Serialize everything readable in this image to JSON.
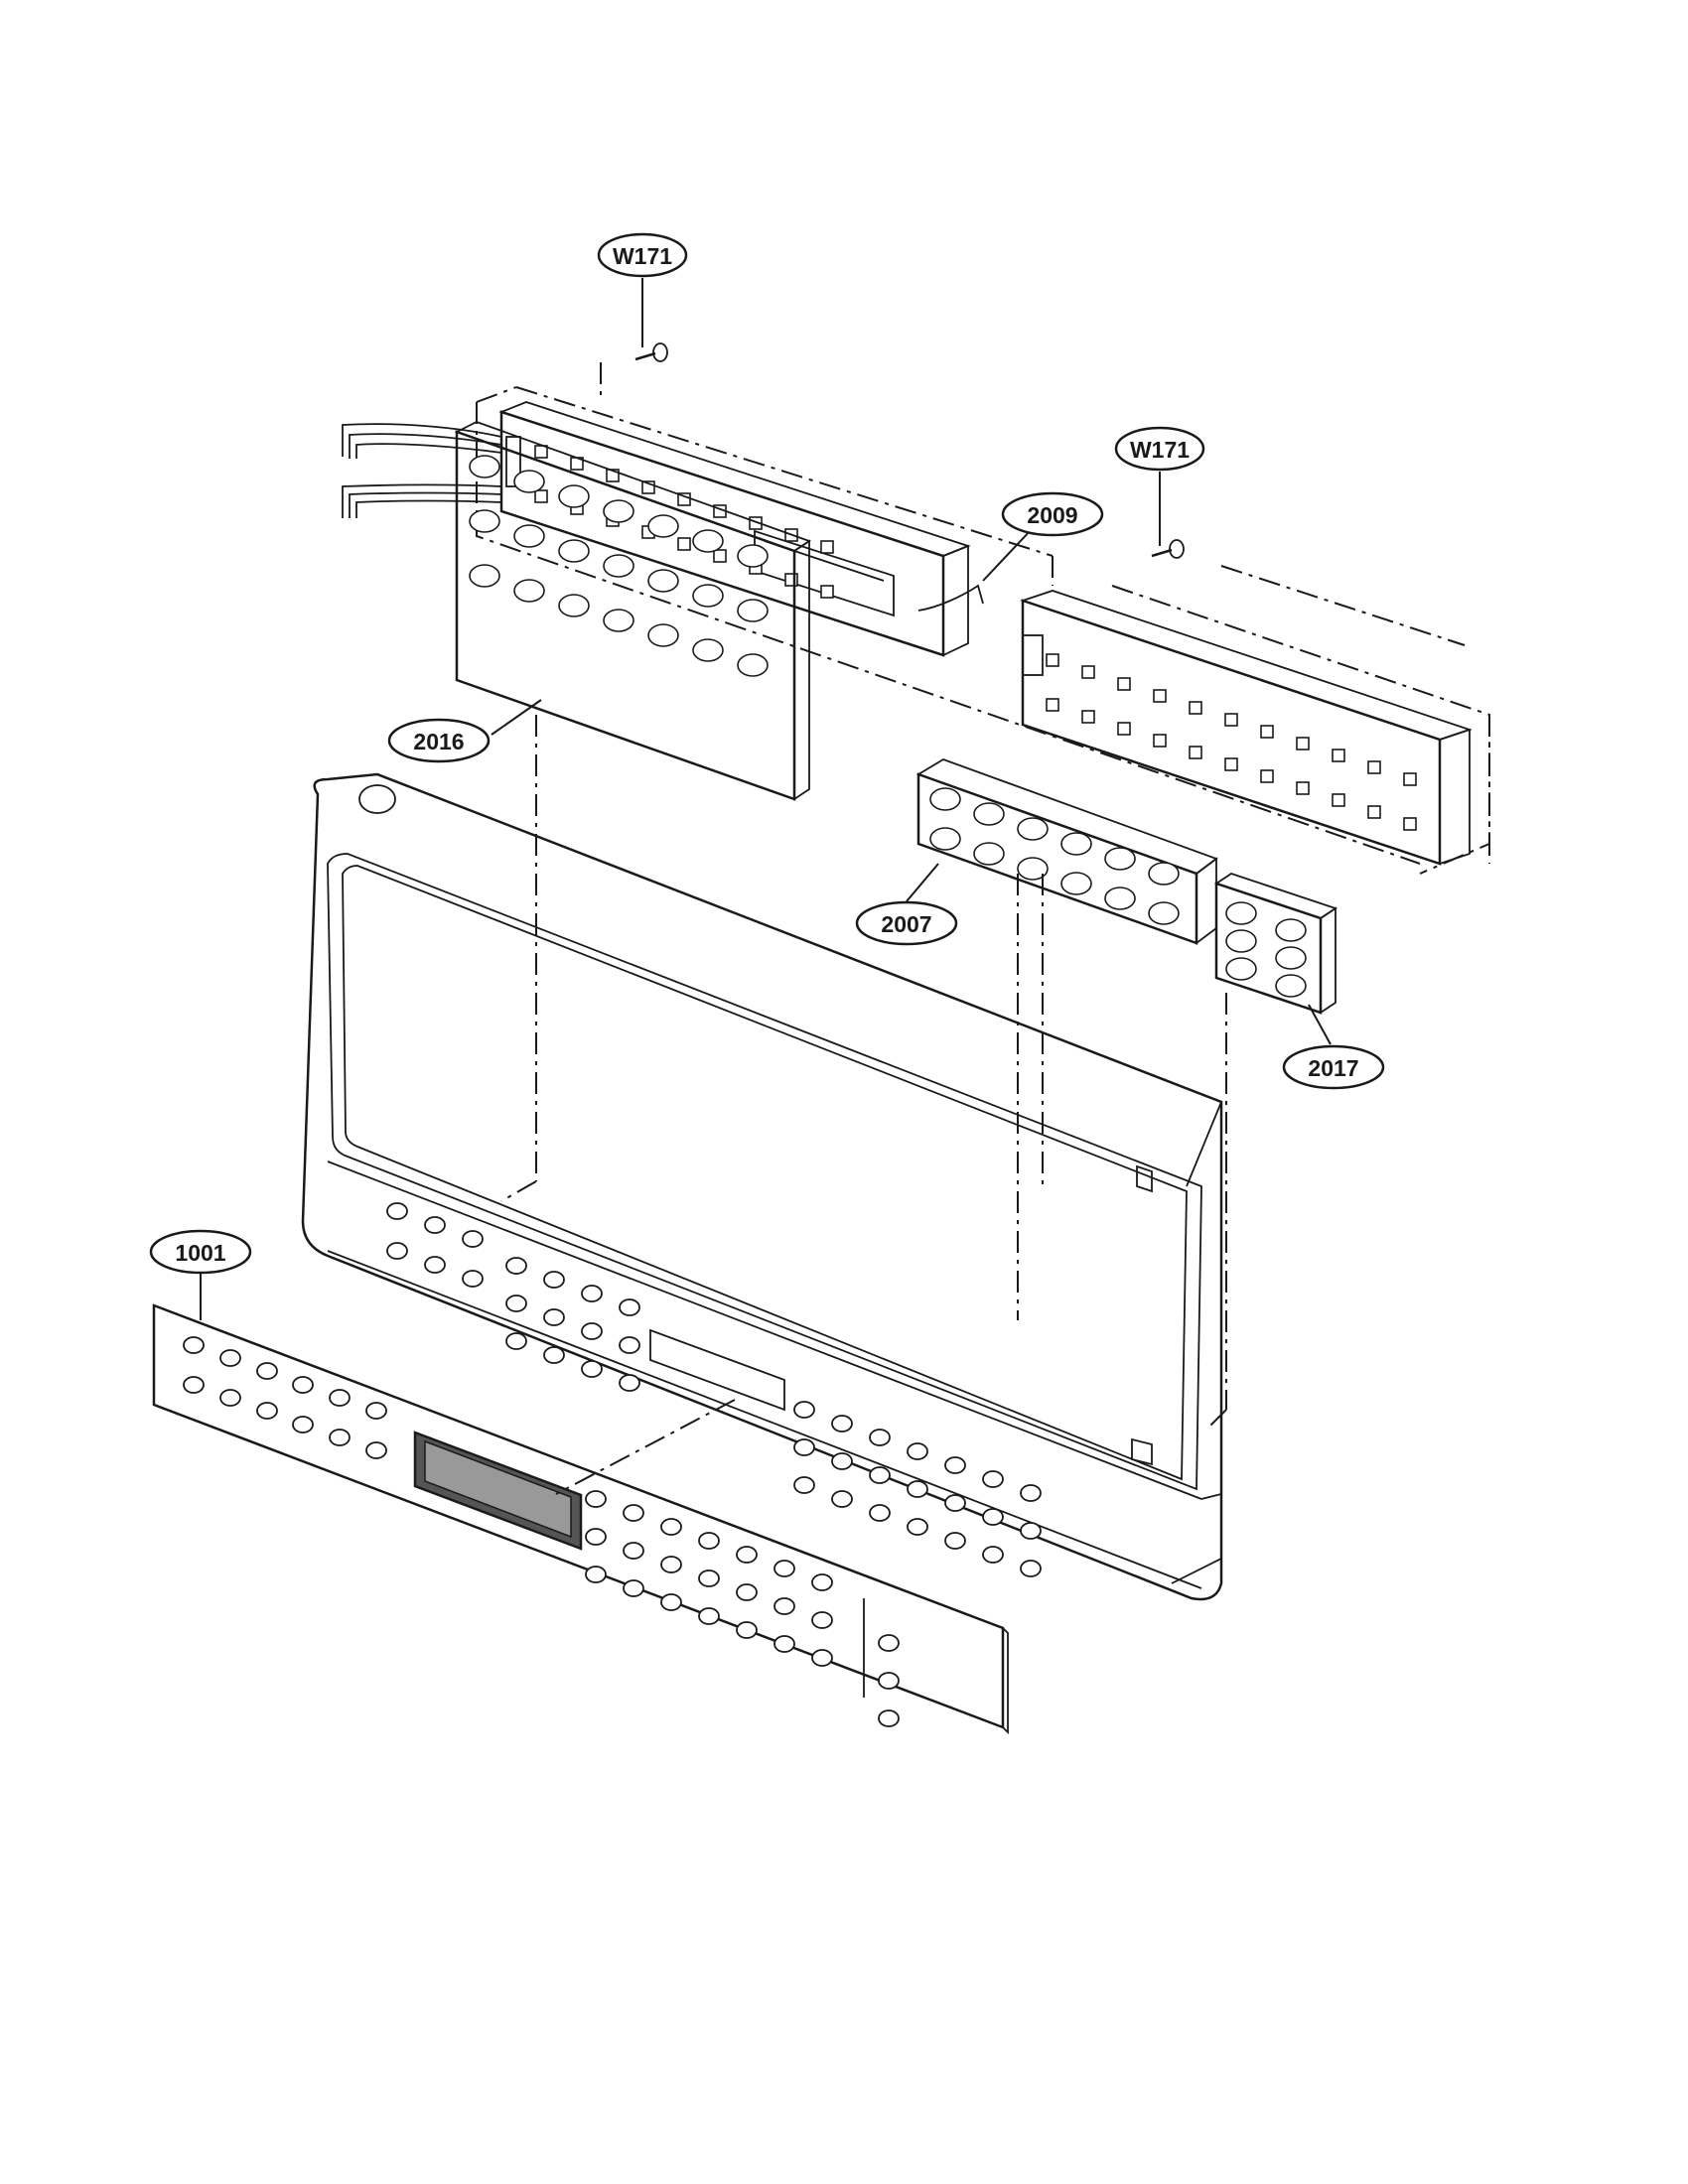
{
  "diagram": {
    "type": "exploded parts diagram",
    "callouts": [
      {
        "id": "w171_top",
        "label": "W171"
      },
      {
        "id": "w171_right",
        "label": "W171"
      },
      {
        "id": "p2009",
        "label": "2009"
      },
      {
        "id": "p2016",
        "label": "2016"
      },
      {
        "id": "p2007",
        "label": "2007"
      },
      {
        "id": "p2017",
        "label": "2017"
      },
      {
        "id": "p1001",
        "label": "1001"
      }
    ]
  }
}
